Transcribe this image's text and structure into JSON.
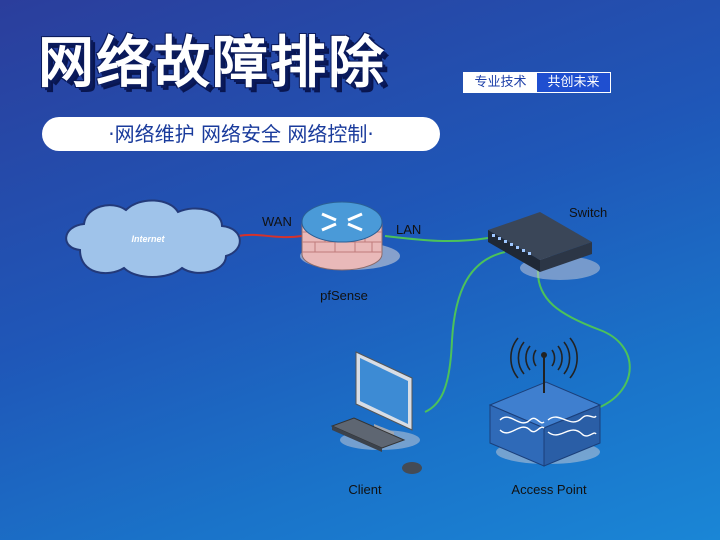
{
  "header": {
    "title": "网络故障排除",
    "tag_left": "专业技术",
    "tag_right": "共创未来",
    "subtitle": "·网络维护 网络安全 网络控制·"
  },
  "diagram": {
    "nodes": {
      "internet": "Internet",
      "firewall": "pfSense",
      "switch": "Switch",
      "client": "Client",
      "access_point": "Access Point"
    },
    "links": {
      "wan": "WAN",
      "lan": "LAN"
    },
    "colors": {
      "wan_cable": "#d4322c",
      "lan_cable": "#4cc25a"
    }
  }
}
